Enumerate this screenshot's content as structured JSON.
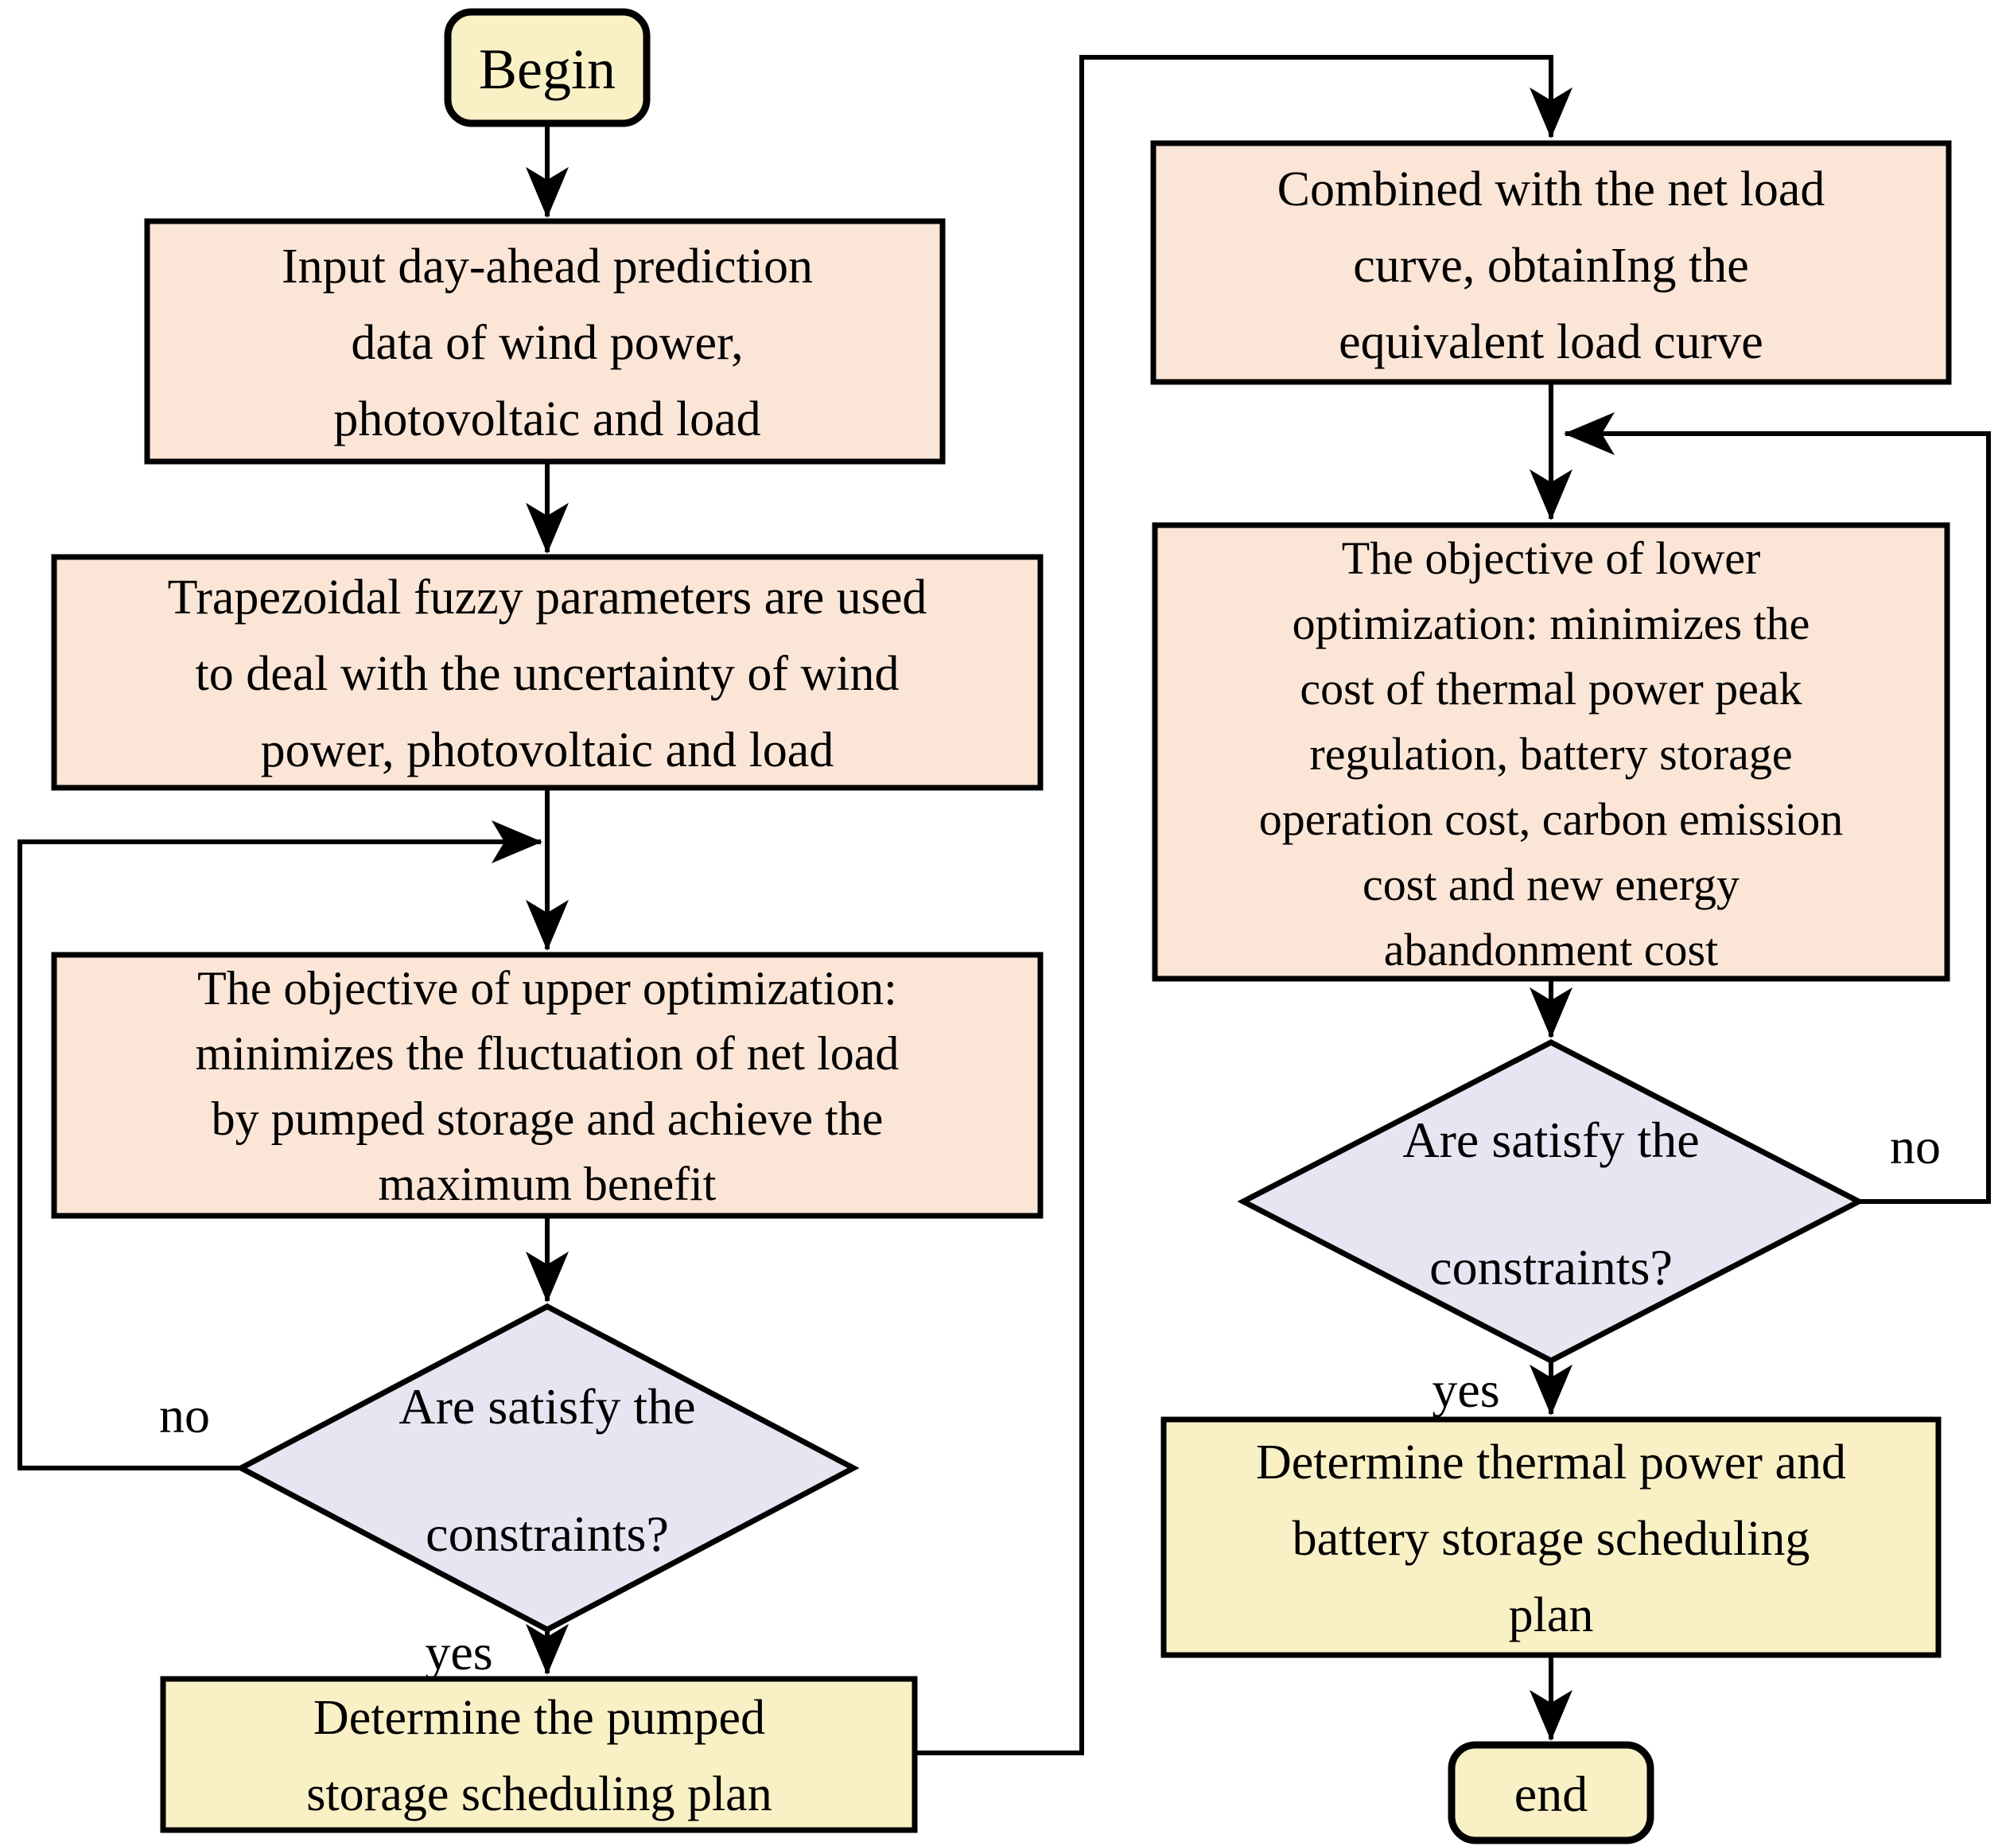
{
  "diagram": {
    "type": "flowchart",
    "colors": {
      "background": "#ffffff",
      "process_fill": "#fbe5d6",
      "terminal_fill": "#faf0c6",
      "decision_fill": "#e7e5f1",
      "stroke": "#000000"
    },
    "nodes": {
      "begin": {
        "shape": "terminal",
        "label": "Begin"
      },
      "input_data": {
        "shape": "process",
        "lines": [
          "Input day-ahead prediction",
          "data of wind power,",
          "photovoltaic and load"
        ]
      },
      "fuzzy_params": {
        "shape": "process",
        "lines": [
          "Trapezoidal fuzzy parameters are used",
          "to deal with the uncertainty of wind",
          "power, photovoltaic and load"
        ]
      },
      "upper_objective": {
        "shape": "process",
        "lines": [
          "The objective of upper optimization:",
          "minimizes the fluctuation of net load",
          "by pumped storage and achieve the",
          "maximum benefit"
        ]
      },
      "constraints_check_1": {
        "shape": "decision",
        "lines": [
          "Are satisfy the",
          "constraints?"
        ]
      },
      "pumped_plan": {
        "shape": "result",
        "lines": [
          "Determine the pumped",
          "storage scheduling plan"
        ]
      },
      "combined_load": {
        "shape": "process",
        "lines": [
          "Combined with the net load",
          "curve, obtainIng the",
          "equivalent load curve"
        ]
      },
      "lower_objective": {
        "shape": "process",
        "lines": [
          "The objective of lower",
          "optimization: minimizes the",
          "cost of thermal power peak",
          "regulation, battery storage",
          "operation cost, carbon emission",
          "cost and new energy",
          "abandonment cost"
        ]
      },
      "constraints_check_2": {
        "shape": "decision",
        "lines": [
          "Are satisfy the",
          "constraints?"
        ]
      },
      "thermal_plan": {
        "shape": "result",
        "lines": [
          "Determine thermal power and",
          "battery storage scheduling",
          "plan"
        ]
      },
      "end": {
        "shape": "terminal",
        "label": "end"
      }
    },
    "edge_labels": {
      "decision1_no": "no",
      "decision1_yes": "yes",
      "decision2_no": "no",
      "decision2_yes": "yes"
    }
  }
}
